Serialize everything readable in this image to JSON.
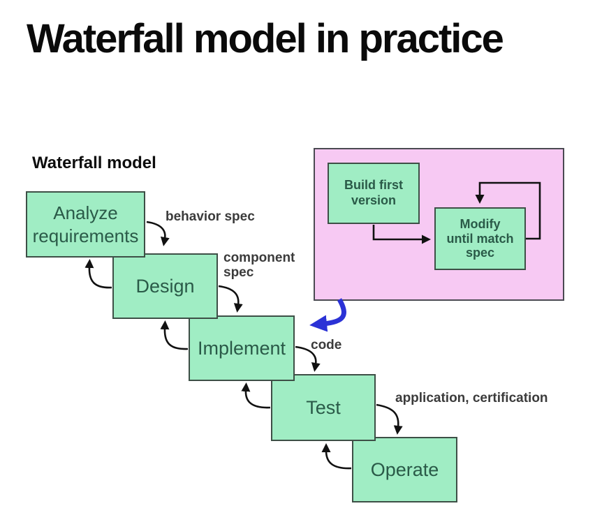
{
  "slide": {
    "title": "Waterfall model in practice"
  },
  "diagram": {
    "heading": "Waterfall model",
    "stages": [
      {
        "id": "analyze",
        "label": "Analyze requirements"
      },
      {
        "id": "design",
        "label": "Design"
      },
      {
        "id": "implement",
        "label": "Implement"
      },
      {
        "id": "test",
        "label": "Test"
      },
      {
        "id": "operate",
        "label": "Operate"
      }
    ],
    "edge_labels": [
      {
        "id": "behavior",
        "label": "behavior spec"
      },
      {
        "id": "component",
        "label": "component spec"
      },
      {
        "id": "code",
        "label": "code"
      },
      {
        "id": "application",
        "label": "application, certification"
      }
    ],
    "inset": {
      "boxes": [
        {
          "id": "build",
          "label": "Build first version"
        },
        {
          "id": "modify",
          "label": "Modify until match spec"
        }
      ]
    },
    "colors": {
      "stage_box_fill": "#a0edc4",
      "stage_box_border": "#3d4f46",
      "stage_text": "#2a5a48",
      "inset_panel_fill": "#f7c9f3",
      "inset_panel_border": "#4a4a52",
      "flow_arrow": "#111111",
      "callout_arrow": "#2b32d6",
      "edge_label_text": "#3b3b3b",
      "title_text": "#0a0a0a"
    }
  }
}
